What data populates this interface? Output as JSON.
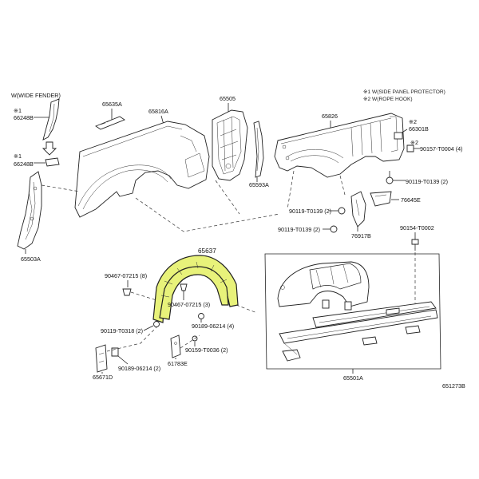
{
  "diagram": {
    "highlight_color": "#e8f27a",
    "labels": {
      "wide_fender": "W(WIDE FENDER)",
      "note_1": "※1 W(SIDE PANEL PROTECTOR)",
      "note_2": "※2 W(ROPE HOOK)",
      "p66248b_top_mark": "※1",
      "p66248b_top": "66248B",
      "p66248b_mid_mark": "※1",
      "p66248b_mid": "66248B",
      "p65635a": "65635A",
      "p65816a": "65816A",
      "p65505": "65505",
      "p65826": "65826",
      "p66301b_mark": "※2",
      "p66301b": "66301B",
      "p90157_mark": "※2",
      "p90157": "90157-T0004 (4)",
      "p90119_t0139_a": "90119-T0139 (2)",
      "p65593a": "65593A",
      "p76645e": "76645E",
      "p90119_t0139_b": "90119-T0139 (2)",
      "p90119_t0139_c": "90119-T0139 (2)",
      "p76917b": "76917B",
      "p90154": "90154-T0002",
      "p65503a": "65503A",
      "p65637": "65637",
      "p90467_8": "90467-07215 (8)",
      "p90467_3": "90467-07215 (3)",
      "p90189_4": "90189-06214 (4)",
      "p90119_t0318": "90119-T0318 (2)",
      "p90159": "90159-T0036 (2)",
      "p61783e": "61783E",
      "p90189_2": "90189-06214 (2)",
      "p65671d": "65671D",
      "p65501a": "65501A",
      "ref_code": "651273B"
    }
  }
}
